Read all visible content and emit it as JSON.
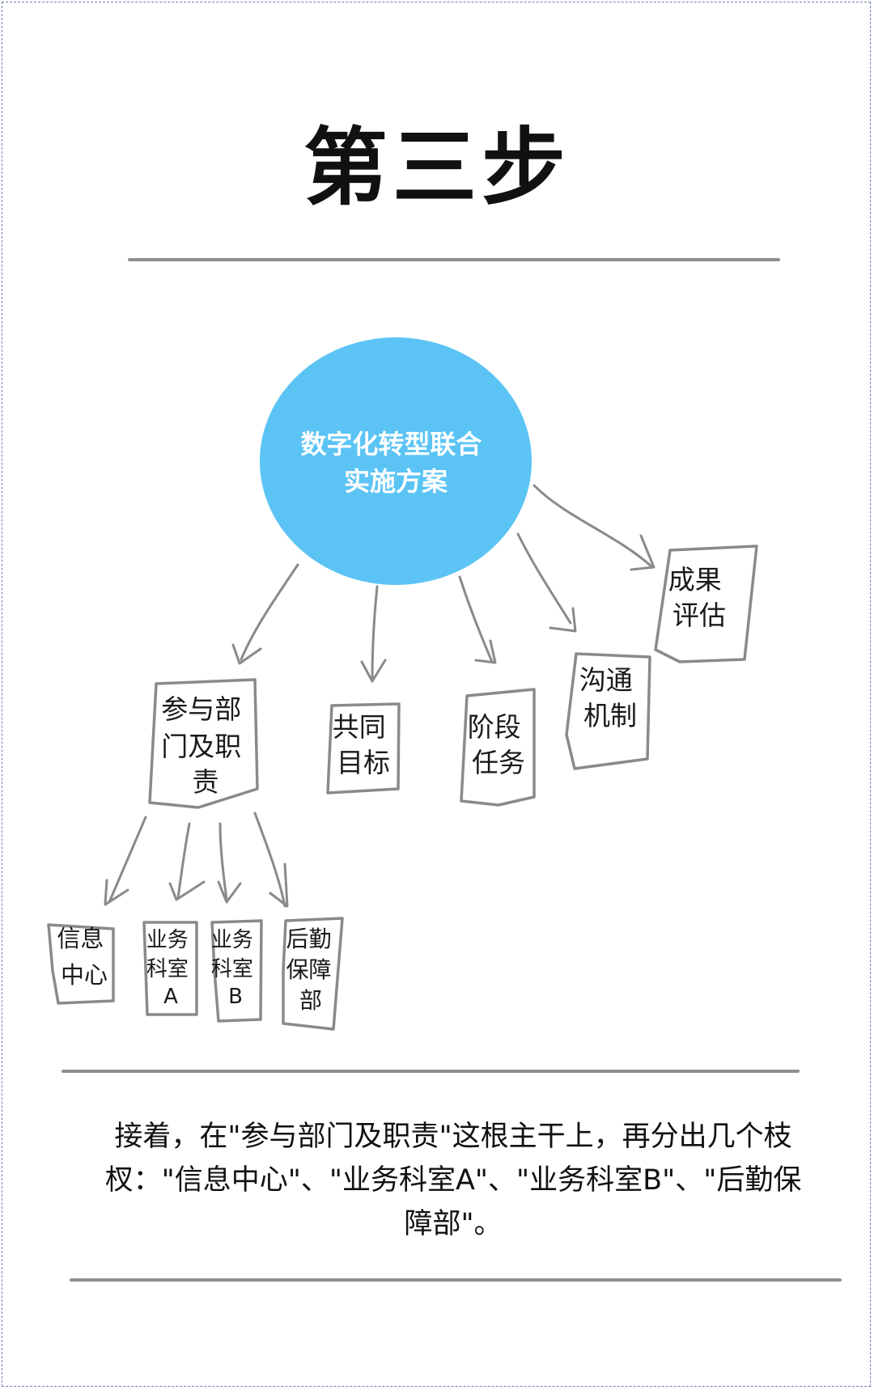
{
  "title": "第三步",
  "hub": {
    "lines": [
      "数字化转型联合",
      "实施方案"
    ],
    "color": "#5BC4F5"
  },
  "branches": [
    {
      "id": "depts",
      "lines": [
        "参与部",
        "门及职",
        "责"
      ]
    },
    {
      "id": "goal",
      "lines": [
        "共同",
        "目标"
      ]
    },
    {
      "id": "tasks",
      "lines": [
        "阶段",
        "任务"
      ]
    },
    {
      "id": "comm",
      "lines": [
        "沟通",
        "机制"
      ]
    },
    {
      "id": "eval",
      "lines": [
        "成果",
        "评估"
      ]
    }
  ],
  "sub_branches": [
    {
      "id": "info",
      "lines": [
        "信息",
        "中心"
      ]
    },
    {
      "id": "bizA",
      "lines": [
        "业务",
        "科室",
        "A"
      ]
    },
    {
      "id": "bizB",
      "lines": [
        "业务",
        "科室",
        "B"
      ]
    },
    {
      "id": "logistics",
      "lines": [
        "后勤",
        "保障",
        "部"
      ]
    }
  ],
  "caption": {
    "lines": [
      "接着，在\"参与部门及职责\"这根主干上，再分出几个枝",
      "杈：\"信息中心\"、\"业务科室A\"、\"业务科室B\"、\"后勤保",
      "障部\"。"
    ]
  },
  "colors": {
    "line": "#8A8A8A",
    "text": "#111111"
  }
}
